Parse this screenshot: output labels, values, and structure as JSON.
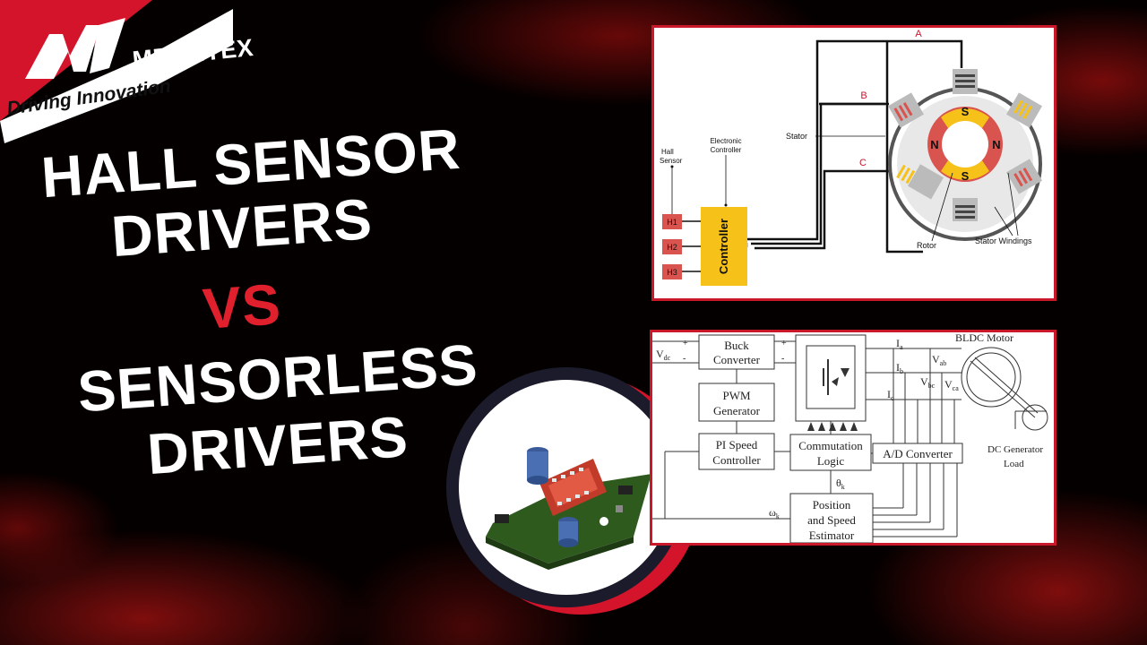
{
  "brand": {
    "name": "MECHTEX",
    "tagline": "Driving Innovation",
    "colors": {
      "red": "#d4142a",
      "white": "#ffffff",
      "yellow": "#f6c21a"
    }
  },
  "headline": {
    "line1": "HALL SENSOR",
    "line2": "DRIVERS",
    "vs": "VS",
    "line3": "SENSORLESS",
    "line4": "DRIVERS"
  },
  "diagram_top": {
    "phase_a": "A",
    "phase_b": "B",
    "phase_c": "C",
    "hall_sensor": [
      "Hall",
      "Sensor"
    ],
    "electronic_controller": [
      "Electronic",
      "Controller"
    ],
    "h1": "H1",
    "h2": "H2",
    "h3": "H3",
    "controller": "Controller",
    "stator": "Stator",
    "rotor": "Rotor",
    "stator_windings": "Stator Windings",
    "pole_s": "S",
    "pole_n": "N"
  },
  "diagram_bottom": {
    "vdc": "V",
    "vdc_sub": "dc",
    "buck1": "Buck",
    "buck2": "Converter",
    "pwm1": "PWM",
    "pwm2": "Generator",
    "pi1": "PI Speed",
    "pi2": "Controller",
    "comm1": "Commutation",
    "comm2": "Logic",
    "ad": "A/D Converter",
    "pos1": "Position",
    "pos2": "and Speed",
    "pos3": "Estimator",
    "ia": "I",
    "ia_sub": "a",
    "ib": "I",
    "ib_sub": "b",
    "ic": "I",
    "ic_sub": "c",
    "vab": "V",
    "vab_sub": "ab",
    "vbc": "V",
    "vbc_sub": "bc",
    "vca": "V",
    "vca_sub": "ca",
    "theta": "θ",
    "theta_sub": "k",
    "omega": "ω",
    "omega_sub": "k",
    "bldc": "BLDC Motor",
    "dcgen1": "DC Generator",
    "dcgen2": "Load",
    "plus": "+",
    "minus": "-"
  }
}
